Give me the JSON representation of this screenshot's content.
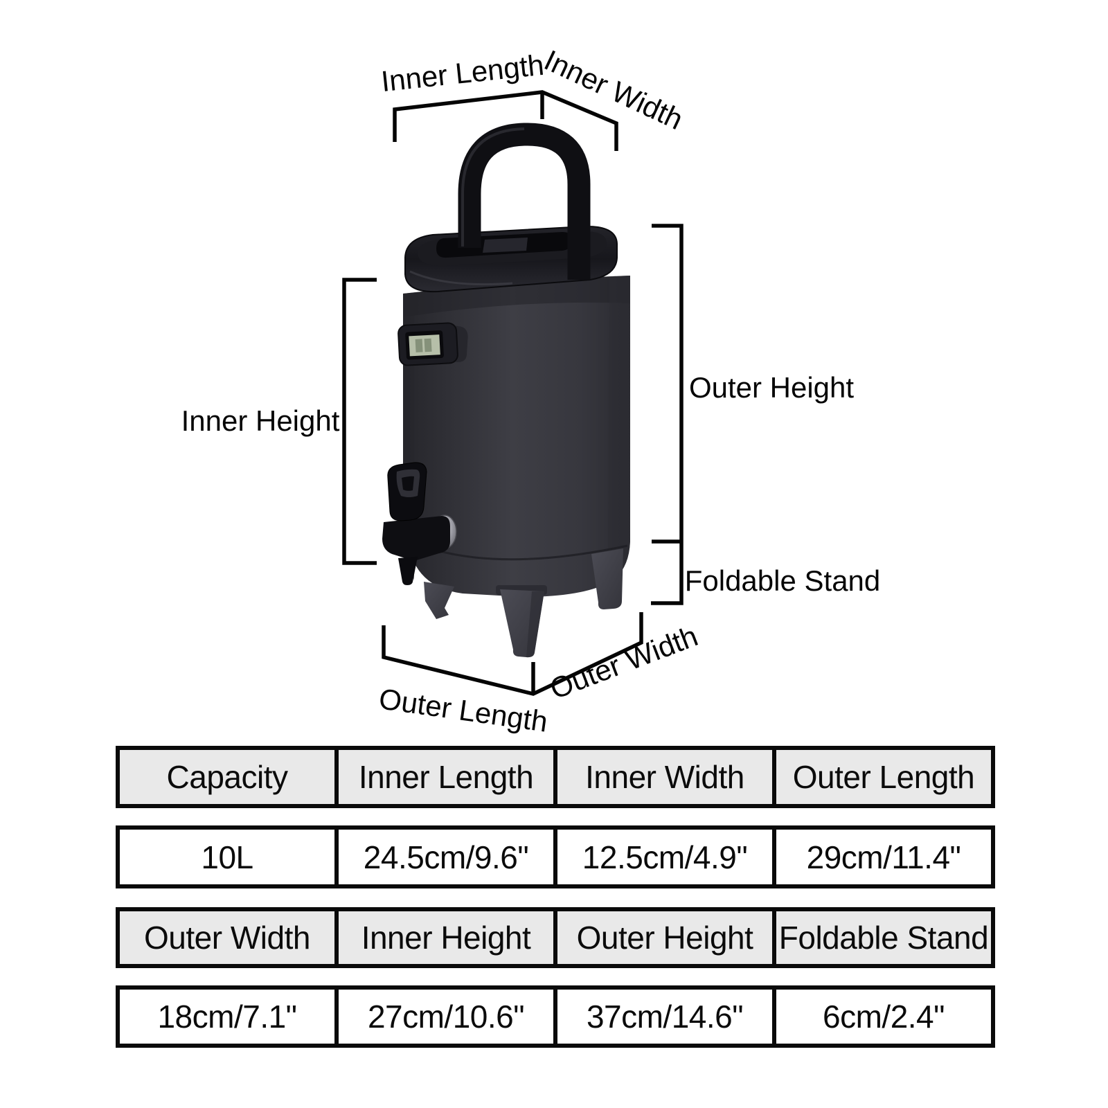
{
  "labels": {
    "inner_length": "Inner Length",
    "inner_width": "Inner Width",
    "inner_height": "Inner Height",
    "outer_height": "Outer Height",
    "foldable_stand": "Foldable Stand",
    "outer_length": "Outer Length",
    "outer_width": "Outer Width"
  },
  "spec_table": {
    "rows": [
      {
        "type": "header",
        "cells": [
          "Capacity",
          "Inner Length",
          "Inner Width",
          "Outer Length"
        ]
      },
      {
        "type": "value",
        "cells": [
          "10L",
          "24.5cm/9.6\"",
          "12.5cm/4.9\"",
          "29cm/11.4\""
        ]
      },
      {
        "type": "header",
        "cells": [
          "Outer Width",
          "Inner Height",
          "Outer Height",
          "Foldable Stand"
        ]
      },
      {
        "type": "value",
        "cells": [
          "18cm/7.1\"",
          "27cm/10.6\"",
          "37cm/14.6\"",
          "6cm/2.4\""
        ]
      }
    ]
  },
  "colors": {
    "annotation_line": "#050505",
    "table_border": "#0a0a0a",
    "table_header_bg": "#e9e9e9",
    "body_dark": "#38383f",
    "lid_dark": "#1b1b20",
    "leg_gray": "#43434b",
    "lcd_green": "#b6bfa9",
    "chrome": "#c9c9cf"
  }
}
